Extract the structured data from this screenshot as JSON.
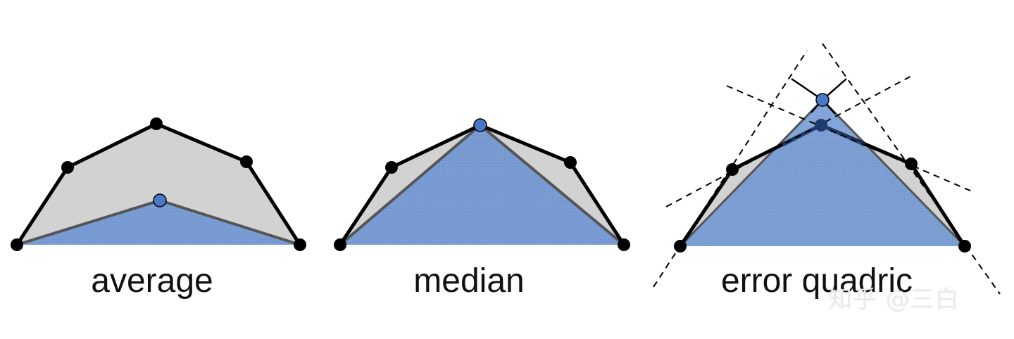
{
  "panels": [
    {
      "id": "average",
      "caption": "average"
    },
    {
      "id": "median",
      "caption": "median"
    },
    {
      "id": "error",
      "caption": "error quadric"
    }
  ],
  "watermark": "知乎 @三白",
  "colors": {
    "hull_fill": "#d2d2d2",
    "blue_fill": "#6f97d6",
    "vertex": "#000000",
    "new_vertex": "#4a78c8",
    "edge": "#000000"
  }
}
